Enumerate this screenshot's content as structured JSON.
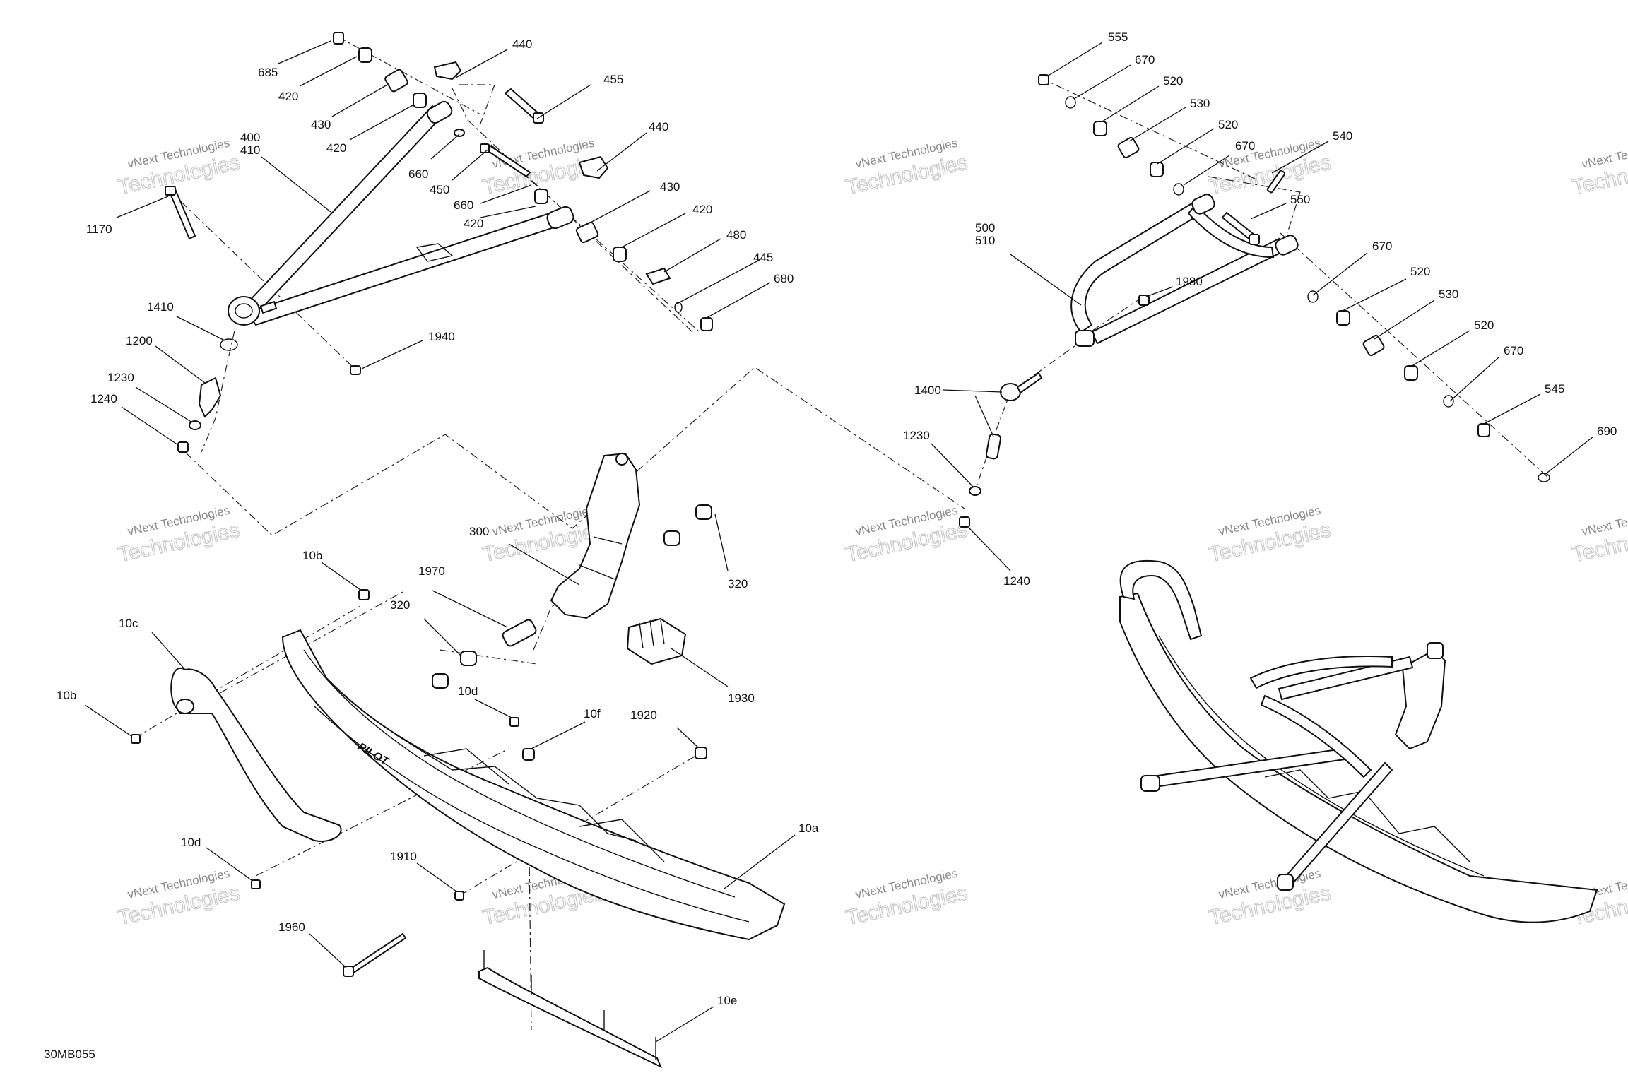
{
  "figure_code": "30MB055",
  "watermark": {
    "line1": "vNext Technologies",
    "line2": "Technologies"
  },
  "callouts": {
    "c685": "685",
    "c420a": "420",
    "c430a": "430",
    "c420b": "420",
    "c440a": "440",
    "c455": "455",
    "c440b": "440",
    "c660a": "660",
    "c450": "450",
    "c660b": "660",
    "c420c": "420",
    "c430b": "430",
    "c420d": "420",
    "c480": "480",
    "c445": "445",
    "c680": "680",
    "c400": "400",
    "c410": "410",
    "c1170": "1170",
    "c1410": "1410",
    "c1200": "1200",
    "c1230a": "1230",
    "c1240a": "1240",
    "c1940": "1940",
    "c300": "300",
    "c320a": "320",
    "c1970": "1970",
    "c320b": "320",
    "c1930": "1930",
    "c10b_a": "10b",
    "c10c": "10c",
    "c10b_b": "10b",
    "c10d_a": "10d",
    "c10f": "10f",
    "c1920": "1920",
    "c10d_b": "10d",
    "c1910": "1910",
    "c10a": "10a",
    "c1960": "1960",
    "c10e": "10e",
    "c555": "555",
    "c670a": "670",
    "c520a": "520",
    "c530a": "530",
    "c520b": "520",
    "c670b": "670",
    "c540": "540",
    "c550": "550",
    "c500": "500",
    "c510": "510",
    "c1980": "1980",
    "c670c": "670",
    "c520c": "520",
    "c530b": "530",
    "c520d": "520",
    "c670d": "670",
    "c545": "545",
    "c690": "690",
    "c1400": "1400",
    "c1230b": "1230",
    "c1240b": "1240"
  },
  "ski_logo": "PILOT"
}
